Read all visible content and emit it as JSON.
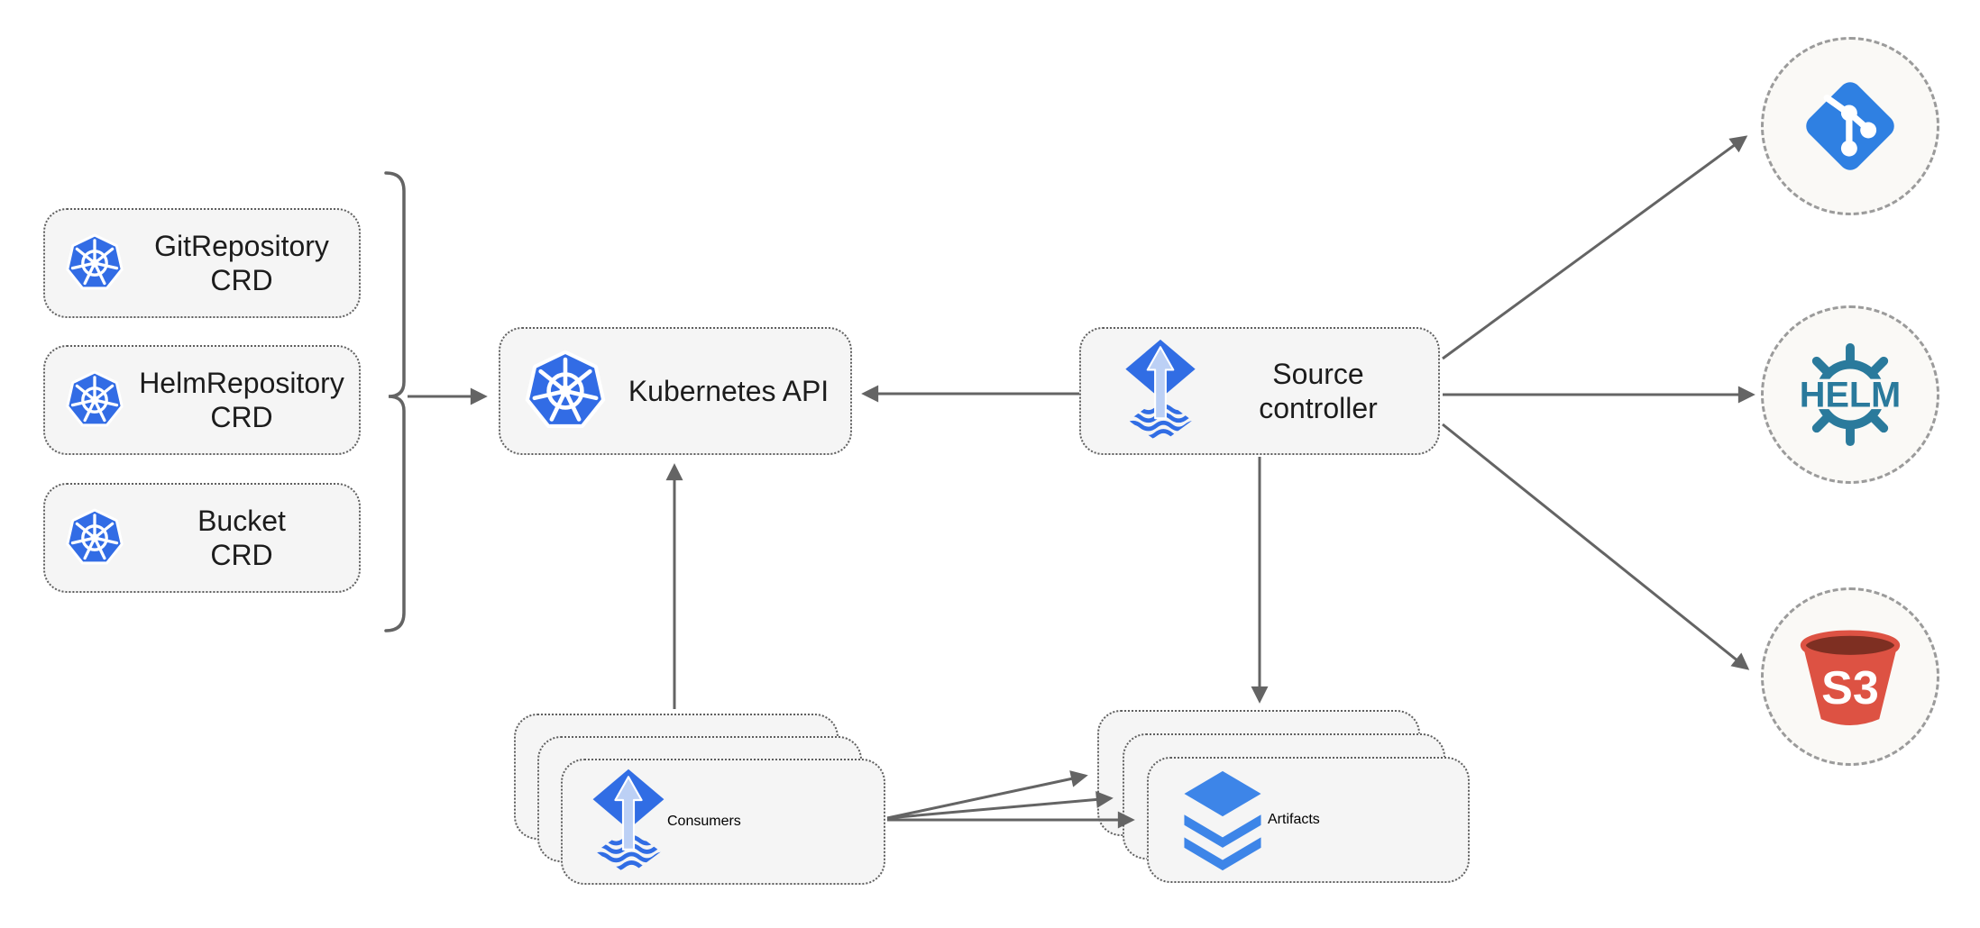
{
  "colors": {
    "line": "#646464",
    "text": "#1c1c1c",
    "box_fill": "#f5f5f5",
    "box_border": "#5f5f5f",
    "circle_fill": "#faf9f6",
    "circle_border": "#9b9b9b",
    "kubernetes_blue": "#326ce5",
    "flux_blue": "#316de4",
    "flux_arrow": "#bcd0f5",
    "git_blue": "#2f80e2",
    "helm_teal": "#2a7a9c",
    "s3_red": "#dd5243",
    "s3_dark": "#7e2f22",
    "layers_blue": "#3d85e8"
  },
  "diagram": {
    "nodes": {
      "git_repository_crd": {
        "label": "GitRepository\nCRD",
        "icon": "kubernetes-icon"
      },
      "helm_repository_crd": {
        "label": "HelmRepository\nCRD",
        "icon": "kubernetes-icon"
      },
      "bucket_crd": {
        "label": "Bucket\nCRD",
        "icon": "kubernetes-icon"
      },
      "kubernetes_api": {
        "label": "Kubernetes API",
        "icon": "kubernetes-icon"
      },
      "source_controller": {
        "label": "Source\ncontroller",
        "icon": "flux-icon"
      },
      "consumers": {
        "label": "Consumers",
        "icon": "flux-icon",
        "stacked": 3
      },
      "artifacts": {
        "label": "Artifacts",
        "icon": "layers-icon",
        "stacked": 3
      }
    },
    "endpoints": {
      "git": {
        "icon": "git-icon"
      },
      "helm": {
        "icon": "helm-icon",
        "text": "HELM"
      },
      "s3": {
        "icon": "s3-bucket-icon",
        "text": "S3"
      }
    },
    "edges": [
      {
        "from": "crd-group-bracket",
        "to": "kubernetes-api"
      },
      {
        "from": "source-controller",
        "to": "kubernetes-api"
      },
      {
        "from": "consumers",
        "to": "kubernetes-api"
      },
      {
        "from": "source-controller",
        "to": "artifacts"
      },
      {
        "from": "source-controller",
        "to": "git"
      },
      {
        "from": "source-controller",
        "to": "helm"
      },
      {
        "from": "source-controller",
        "to": "s3"
      },
      {
        "from": "consumers",
        "to": "artifacts-layer-1"
      },
      {
        "from": "consumers",
        "to": "artifacts-layer-2"
      },
      {
        "from": "consumers",
        "to": "artifacts-layer-3"
      }
    ]
  }
}
